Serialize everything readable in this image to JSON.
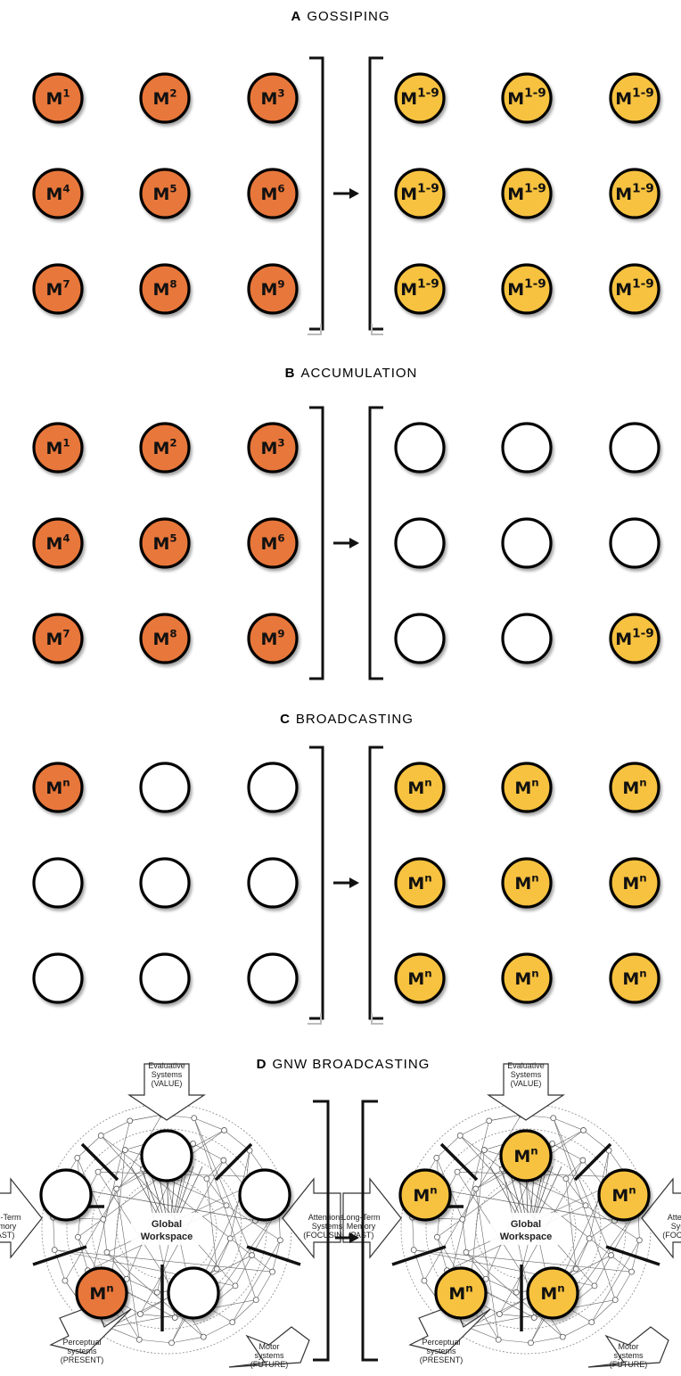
{
  "colors": {
    "orange": "#e8773a",
    "yellow": "#f7c241",
    "empty": "#ffffff",
    "stroke": "#000000"
  },
  "panels": [
    {
      "letter": "A",
      "title": "GOSSIPING",
      "left": [
        {
          "fill": "orange",
          "sup": "1"
        },
        {
          "fill": "orange",
          "sup": "2"
        },
        {
          "fill": "orange",
          "sup": "3"
        },
        {
          "fill": "orange",
          "sup": "4"
        },
        {
          "fill": "orange",
          "sup": "5"
        },
        {
          "fill": "orange",
          "sup": "6"
        },
        {
          "fill": "orange",
          "sup": "7"
        },
        {
          "fill": "orange",
          "sup": "8"
        },
        {
          "fill": "orange",
          "sup": "9"
        }
      ],
      "right": [
        {
          "fill": "yellow",
          "sup": "1-9"
        },
        {
          "fill": "yellow",
          "sup": "1-9"
        },
        {
          "fill": "yellow",
          "sup": "1-9"
        },
        {
          "fill": "yellow",
          "sup": "1-9"
        },
        {
          "fill": "yellow",
          "sup": "1-9"
        },
        {
          "fill": "yellow",
          "sup": "1-9"
        },
        {
          "fill": "yellow",
          "sup": "1-9"
        },
        {
          "fill": "yellow",
          "sup": "1-9"
        },
        {
          "fill": "yellow",
          "sup": "1-9"
        }
      ]
    },
    {
      "letter": "B",
      "title": "ACCUMULATION",
      "left": [
        {
          "fill": "orange",
          "sup": "1"
        },
        {
          "fill": "orange",
          "sup": "2"
        },
        {
          "fill": "orange",
          "sup": "3"
        },
        {
          "fill": "orange",
          "sup": "4"
        },
        {
          "fill": "orange",
          "sup": "5"
        },
        {
          "fill": "orange",
          "sup": "6"
        },
        {
          "fill": "orange",
          "sup": "7"
        },
        {
          "fill": "orange",
          "sup": "8"
        },
        {
          "fill": "orange",
          "sup": "9"
        }
      ],
      "right": [
        {
          "fill": "empty"
        },
        {
          "fill": "empty"
        },
        {
          "fill": "empty"
        },
        {
          "fill": "empty"
        },
        {
          "fill": "empty"
        },
        {
          "fill": "empty"
        },
        {
          "fill": "empty"
        },
        {
          "fill": "empty"
        },
        {
          "fill": "yellow",
          "sup": "1-9"
        }
      ]
    },
    {
      "letter": "C",
      "title": "BROADCASTING",
      "left": [
        {
          "fill": "orange",
          "sup": "n"
        },
        {
          "fill": "empty"
        },
        {
          "fill": "empty"
        },
        {
          "fill": "empty"
        },
        {
          "fill": "empty"
        },
        {
          "fill": "empty"
        },
        {
          "fill": "empty"
        },
        {
          "fill": "empty"
        },
        {
          "fill": "empty"
        }
      ],
      "right": [
        {
          "fill": "yellow",
          "sup": "n"
        },
        {
          "fill": "yellow",
          "sup": "n"
        },
        {
          "fill": "yellow",
          "sup": "n"
        },
        {
          "fill": "yellow",
          "sup": "n"
        },
        {
          "fill": "yellow",
          "sup": "n"
        },
        {
          "fill": "yellow",
          "sup": "n"
        },
        {
          "fill": "yellow",
          "sup": "n"
        },
        {
          "fill": "yellow",
          "sup": "n"
        },
        {
          "fill": "yellow",
          "sup": "n"
        }
      ]
    }
  ],
  "m_letter": "M",
  "gnw": {
    "letter": "D",
    "title": "GNW BROADCASTING",
    "center_line1": "Global",
    "center_line2": "Workspace",
    "labels": {
      "evaluative": [
        "Evaluative",
        "Systems",
        "(VALUE)"
      ],
      "attentional": [
        "Attentional",
        "Systems",
        "(FOCUSING)"
      ],
      "longterm": [
        "Long-Term",
        "Memory",
        "(PAST)"
      ],
      "perceptual": [
        "Perceptual",
        "systems",
        "(PRESENT)"
      ],
      "motor": [
        "Motor",
        "systems",
        "(FUTURE)"
      ]
    },
    "left_nodes": {
      "top": {
        "fill": "empty"
      },
      "left": {
        "fill": "empty"
      },
      "right": {
        "fill": "empty"
      },
      "bottom_left": {
        "fill": "orange",
        "sup": "n"
      },
      "bottom_right": {
        "fill": "empty"
      }
    },
    "right_nodes": {
      "top": {
        "fill": "yellow",
        "sup": "n"
      },
      "left": {
        "fill": "yellow",
        "sup": "n"
      },
      "right": {
        "fill": "yellow",
        "sup": "n"
      },
      "bottom_left": {
        "fill": "yellow",
        "sup": "n"
      },
      "bottom_right": {
        "fill": "yellow",
        "sup": "n"
      }
    }
  }
}
